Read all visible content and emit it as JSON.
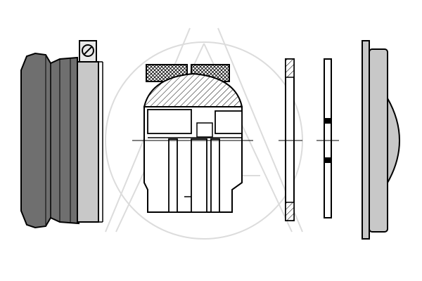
{
  "diagram": {
    "components": [
      {
        "id": "boot",
        "kind": "bellows-boot-with-clamp"
      },
      {
        "id": "joint",
        "kind": "ball-joint-bearing-cross-section"
      },
      {
        "id": "washer-hatched",
        "kind": "sectioned-washer"
      },
      {
        "id": "washer-plain",
        "kind": "plain-washer"
      },
      {
        "id": "cap",
        "kind": "domed-end-cap"
      }
    ],
    "watermark": {
      "kind": "logo",
      "shape": "triangle-in-circle"
    },
    "colors": {
      "outline": "#000000",
      "boot_fill": "#6f6f6f",
      "metal_fill": "#c8c8c8",
      "light_fill": "#e9e9e9",
      "watermark": "#dcdcdc",
      "background": "#ffffff"
    }
  }
}
